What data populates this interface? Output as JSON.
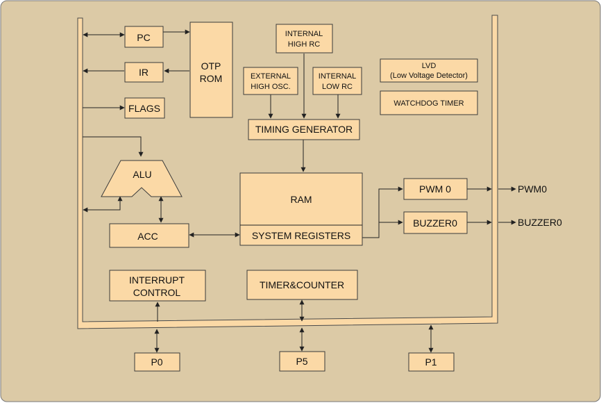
{
  "colors": {
    "background": "#dccaa6",
    "block_fill": "#fbd9a6",
    "line": "#222222"
  },
  "blocks": {
    "pc": "PC",
    "ir": "IR",
    "flags": "FLAGS",
    "otp_rom": [
      "OTP",
      "ROM"
    ],
    "internal_high_rc": [
      "INTERNAL",
      "HIGH RC"
    ],
    "external_high_osc": [
      "EXTERNAL",
      "HIGH OSC."
    ],
    "internal_low_rc": [
      "INTERNAL",
      "LOW RC"
    ],
    "lvd": [
      "LVD",
      "(Low Voltage Detector)"
    ],
    "watchdog_timer": "WATCHDOG TIMER",
    "timing_generator": "TIMING GENERATOR",
    "alu": "ALU",
    "ram": "RAM",
    "system_registers": "SYSTEM REGISTERS",
    "acc": "ACC",
    "pwm0_block": "PWM 0",
    "buzzer0_block": "BUZZER0",
    "interrupt_control": [
      "INTERRUPT",
      "CONTROL"
    ],
    "timer_counter": "TIMER&COUNTER",
    "p0": "P0",
    "p5": "P5",
    "p1": "P1"
  },
  "pins": {
    "pwm0": "PWM0",
    "buzzer0": "BUZZER0"
  }
}
